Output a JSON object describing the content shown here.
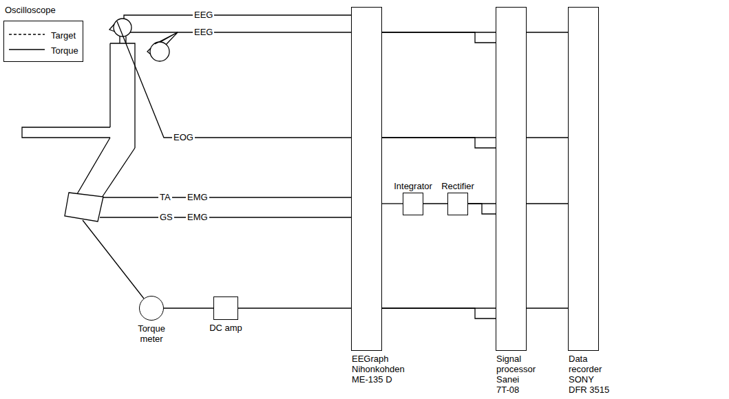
{
  "diagram": {
    "nodes": [
      {
        "text": [
          "Oscilloscope",
          "Target",
          "Torque"
        ]
      },
      {
        "text": [
          "Torque meter"
        ]
      },
      {
        "text": [
          "DC amp"
        ]
      },
      {
        "text": [
          "EEGraph",
          "Nihonkohden ME-135 D"
        ]
      },
      {
        "text": [
          "Integrator"
        ]
      },
      {
        "text": [
          "Rectifier"
        ]
      },
      {
        "text": [
          "Signal processor",
          "Sanei 7T-08"
        ]
      },
      {
        "text": [
          "Data recorder",
          "SONY DFR 3515"
        ]
      }
    ],
    "edges": [
      {
        "from": 1,
        "to": 2,
        "arrow": "none"
      },
      {
        "from": 2,
        "to": 3,
        "arrow": "none"
      },
      {
        "from": 3,
        "to": 4,
        "arrow": "none"
      },
      {
        "from": 4,
        "to": 5,
        "arrow": "none"
      },
      {
        "from": 5,
        "to": 7,
        "arrow": "none"
      },
      {
        "from": 5,
        "to": 6,
        "arrow": "none"
      },
      {
        "from": 3,
        "to": 7,
        "arrow": "none"
      },
      {
        "from": 3,
        "to": 6,
        "arrow": "none"
      },
      {
        "from": 3,
        "to": 7,
        "arrow": "none"
      },
      {
        "from": 3,
        "to": 6,
        "arrow": "none"
      },
      {
        "from": 3,
        "to": 7,
        "arrow": "none"
      },
      {
        "from": 3,
        "to": 6,
        "arrow": "none"
      }
    ],
    "labels": [
      "EEG",
      "EEG",
      "EOG",
      "TA",
      "EMG",
      "GS",
      "EMG"
    ]
  }
}
